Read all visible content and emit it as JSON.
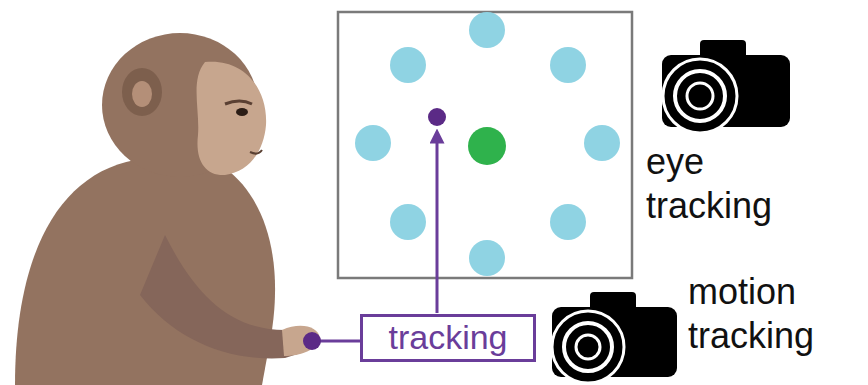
{
  "diagram": {
    "nodes": [
      {
        "text": [
          "tracking"
        ]
      }
    ],
    "labels": [
      "eye tracking",
      "motion tracking"
    ]
  }
}
